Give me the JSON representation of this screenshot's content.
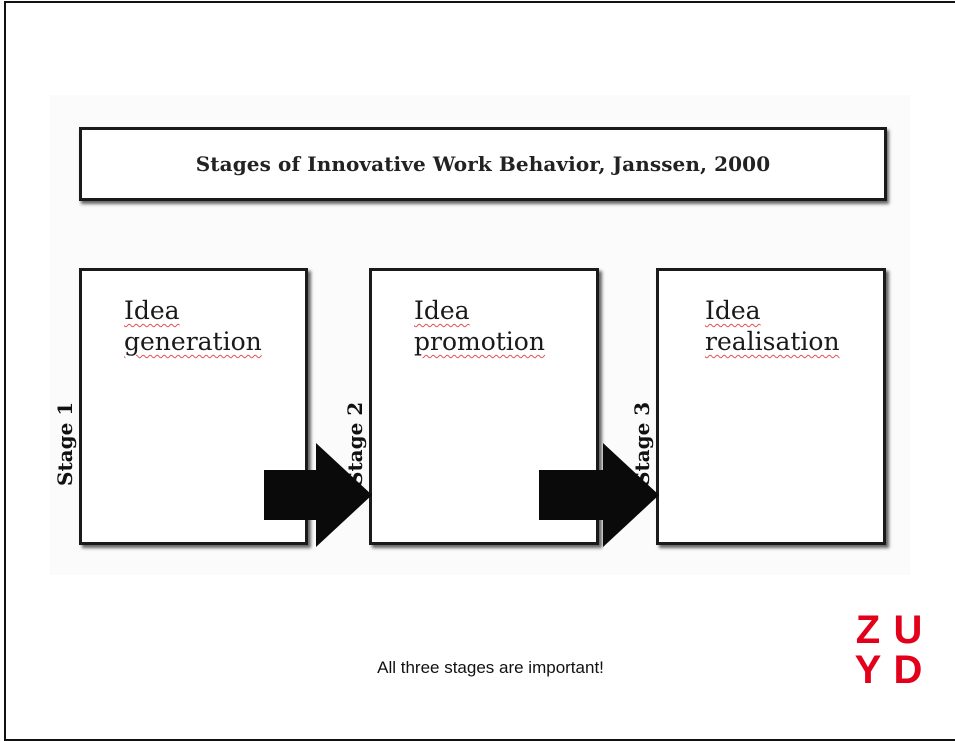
{
  "diagram": {
    "title": "Stages of Innovative Work Behavior, Janssen, 2000",
    "stages": [
      {
        "stage_label": "Stage 1",
        "heading_line1": "Idea",
        "heading_line2": "generation"
      },
      {
        "stage_label": "Stage 2",
        "heading_line1": "Idea",
        "heading_line2": "promotion"
      },
      {
        "stage_label": "Stage 3",
        "heading_line1": "Idea",
        "heading_line2": "realisation"
      }
    ]
  },
  "caption": "All three stages are important!",
  "logo": {
    "letters": [
      "Z",
      "U",
      "Y",
      "D"
    ],
    "color": "#e3001b"
  },
  "colors": {
    "border": "#1a1a1a",
    "background": "#ffffff"
  }
}
